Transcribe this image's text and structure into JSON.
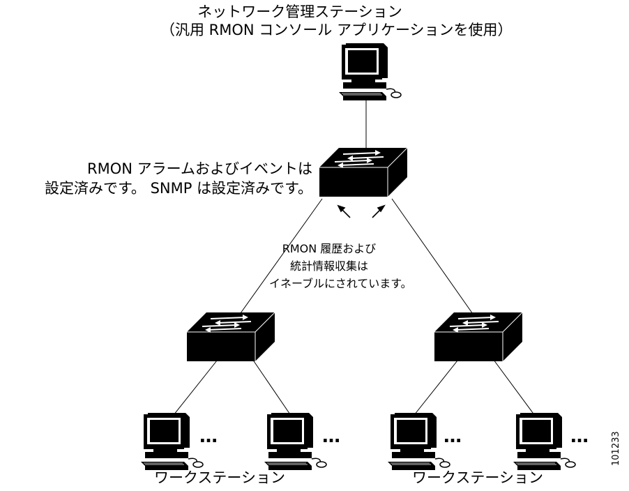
{
  "labels": {
    "nms_line1": "ネットワーク管理ステーション",
    "nms_line2": "（汎用 RMON コンソール アプリケーションを使用）",
    "config_line1": "RMON アラームおよびイベントは",
    "config_line2": "設定済みです。 SNMP は設定済みです。",
    "history_line1": "RMON 履歴および",
    "history_line2": "統計情報収集は",
    "history_line3": "イネーブルにされています。",
    "workstations_left": "ワークステーション",
    "workstations_right": "ワークステーション",
    "ellipsis": "…",
    "figure_id": "101233"
  }
}
